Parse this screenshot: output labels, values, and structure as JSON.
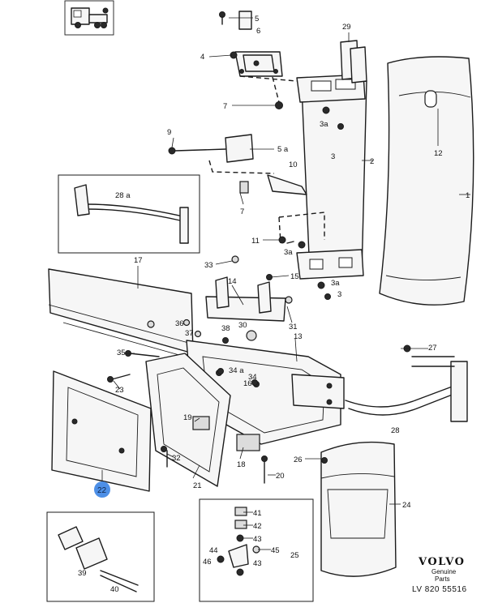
{
  "brand": {
    "name": "VOLVO",
    "tagline_line1": "Genuine",
    "tagline_line2": "Parts",
    "reference": "LV 820 55516"
  },
  "callouts": {
    "p1": "1",
    "p2": "2",
    "p3": "3",
    "p3b": "3",
    "p3a_1": "3a",
    "p3a_2": "3a",
    "p3a_3": "3a",
    "p4": "4",
    "p5": "5",
    "p5a": "5 a",
    "p6": "6",
    "p7": "7",
    "p7b": "7",
    "p9": "9",
    "p10": "10",
    "p11": "11",
    "p12": "12",
    "p13": "13",
    "p14": "14",
    "p15": "15",
    "p16": "16",
    "p17": "17",
    "p18": "18",
    "p19": "19",
    "p20": "20",
    "p21": "21",
    "p22": "22",
    "p23": "23",
    "p24": "24",
    "p25": "25",
    "p26": "26",
    "p27": "27",
    "p28": "28",
    "p28a": "28 a",
    "p29": "29",
    "p30": "30",
    "p31": "31",
    "p32": "32",
    "p33": "33",
    "p34": "34",
    "p34a": "34 a",
    "p35": "35",
    "p36": "36",
    "p37": "37",
    "p38": "38",
    "p39": "39",
    "p40": "40",
    "p41": "41",
    "p42": "42",
    "p43": "43",
    "p43b": "43",
    "p44": "44",
    "p45": "45",
    "p46": "46"
  },
  "highlight": {
    "part": "22",
    "color": "#4d8fe6"
  }
}
